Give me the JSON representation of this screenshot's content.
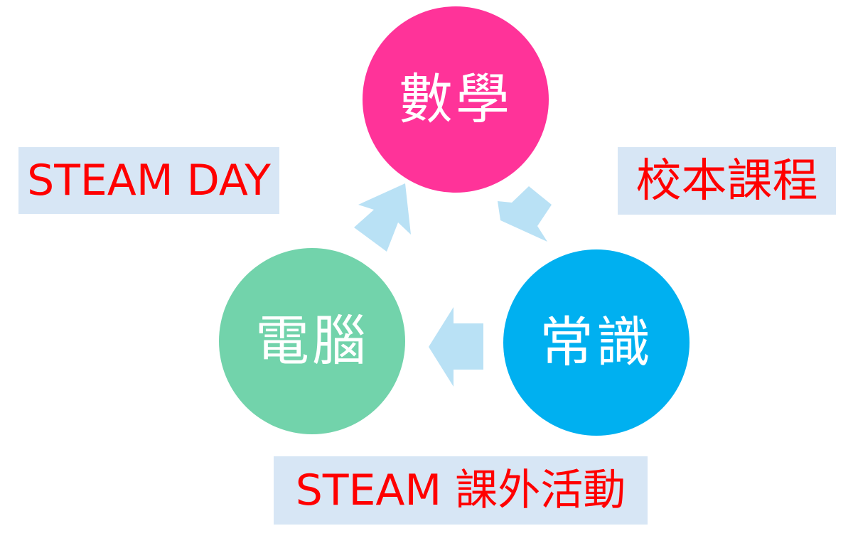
{
  "nodes": {
    "math": {
      "label": "數學",
      "color": "#ff3399"
    },
    "general": {
      "label": "常識",
      "color": "#00b0f0"
    },
    "computer": {
      "label": "電腦",
      "color": "#72d3ab"
    }
  },
  "labels": {
    "steam_day": "STEAM DAY",
    "school_curriculum": "校本課程",
    "extracurricular": "STEAM 課外活動"
  },
  "colors": {
    "arrow": "#b9e1f5",
    "label_box": "#d7e6f5",
    "label_text": "#ff0000"
  }
}
